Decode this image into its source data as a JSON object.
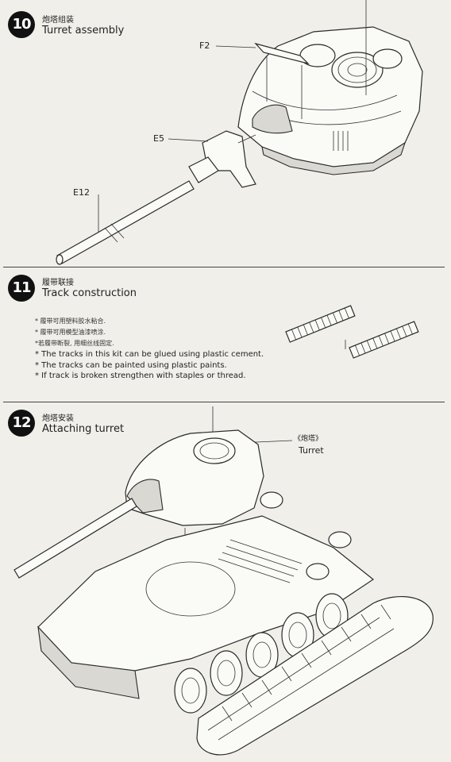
{
  "steps": [
    {
      "number": "10",
      "title_cn": "炮塔组装",
      "title_en": "Turret assembly",
      "parts": {
        "f2": "F2",
        "e5": "E5",
        "e12": "E12"
      }
    },
    {
      "number": "11",
      "title_cn": "履带联接",
      "title_en": "Track construction",
      "notes_cn": [
        "* 履带可用塑料胶水粘合.",
        "* 履带可用模型油漆喷涂.",
        "*若履带断裂, 用细丝线固定."
      ],
      "notes_en": [
        "* The tracks in this kit can be glued using plastic cement.",
        "* The tracks can be painted using plastic paints.",
        "* If track is broken strengthen with staples or thread."
      ]
    },
    {
      "number": "12",
      "title_cn": "炮塔安装",
      "title_en": "Attaching turret",
      "callout_cn": "《炮塔》",
      "callout_en": "Turret"
    }
  ]
}
